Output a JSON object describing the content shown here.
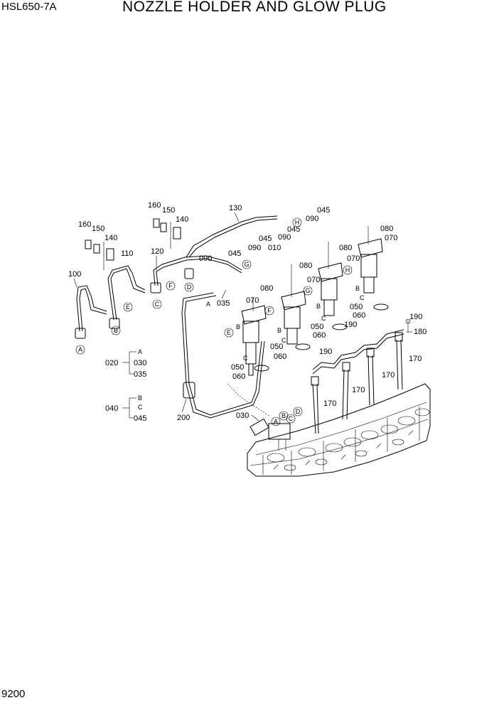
{
  "header": {
    "model": "HSL650-7A",
    "title": "NOZZLE HOLDER AND GLOW PLUG"
  },
  "footer": {
    "page_number": "9200"
  },
  "callouts": {
    "c100": "100",
    "c110": "110",
    "c120": "120",
    "c130": "130",
    "c140a": "140",
    "c140b": "140",
    "c150a": "150",
    "c150b": "150",
    "c160a": "160",
    "c160b": "160",
    "c090a": "090",
    "c090b": "090",
    "c090c": "090",
    "c090d": "090",
    "c045a": "045",
    "c045b": "045",
    "c045c": "045",
    "c045d": "045",
    "c010": "010",
    "c035": "035",
    "c080a": "080",
    "c080b": "080",
    "c080c": "080",
    "c080d": "080",
    "c070a": "070",
    "c070b": "070",
    "c070c": "070",
    "c070d": "070",
    "c050a": "050",
    "c050b": "050",
    "c050c": "050",
    "c050d": "050",
    "c060a": "060",
    "c060b": "060",
    "c060c": "060",
    "c060d": "060",
    "c190a": "190",
    "c190b": "190",
    "c190c": "190",
    "c180": "180",
    "c170a": "170",
    "c170b": "170",
    "c170c": "170",
    "c170d": "170",
    "c200": "200",
    "c030": "030"
  },
  "letters": {
    "A": "A",
    "B": "B",
    "C": "C",
    "D": "D",
    "E": "E",
    "F": "F",
    "G": "G",
    "H": "H"
  },
  "legend": {
    "g020": {
      "main": "020",
      "a": "A",
      "b": "030",
      "c": "035"
    },
    "g040": {
      "main": "040",
      "a": "B",
      "b": "C",
      "c": "045"
    }
  }
}
